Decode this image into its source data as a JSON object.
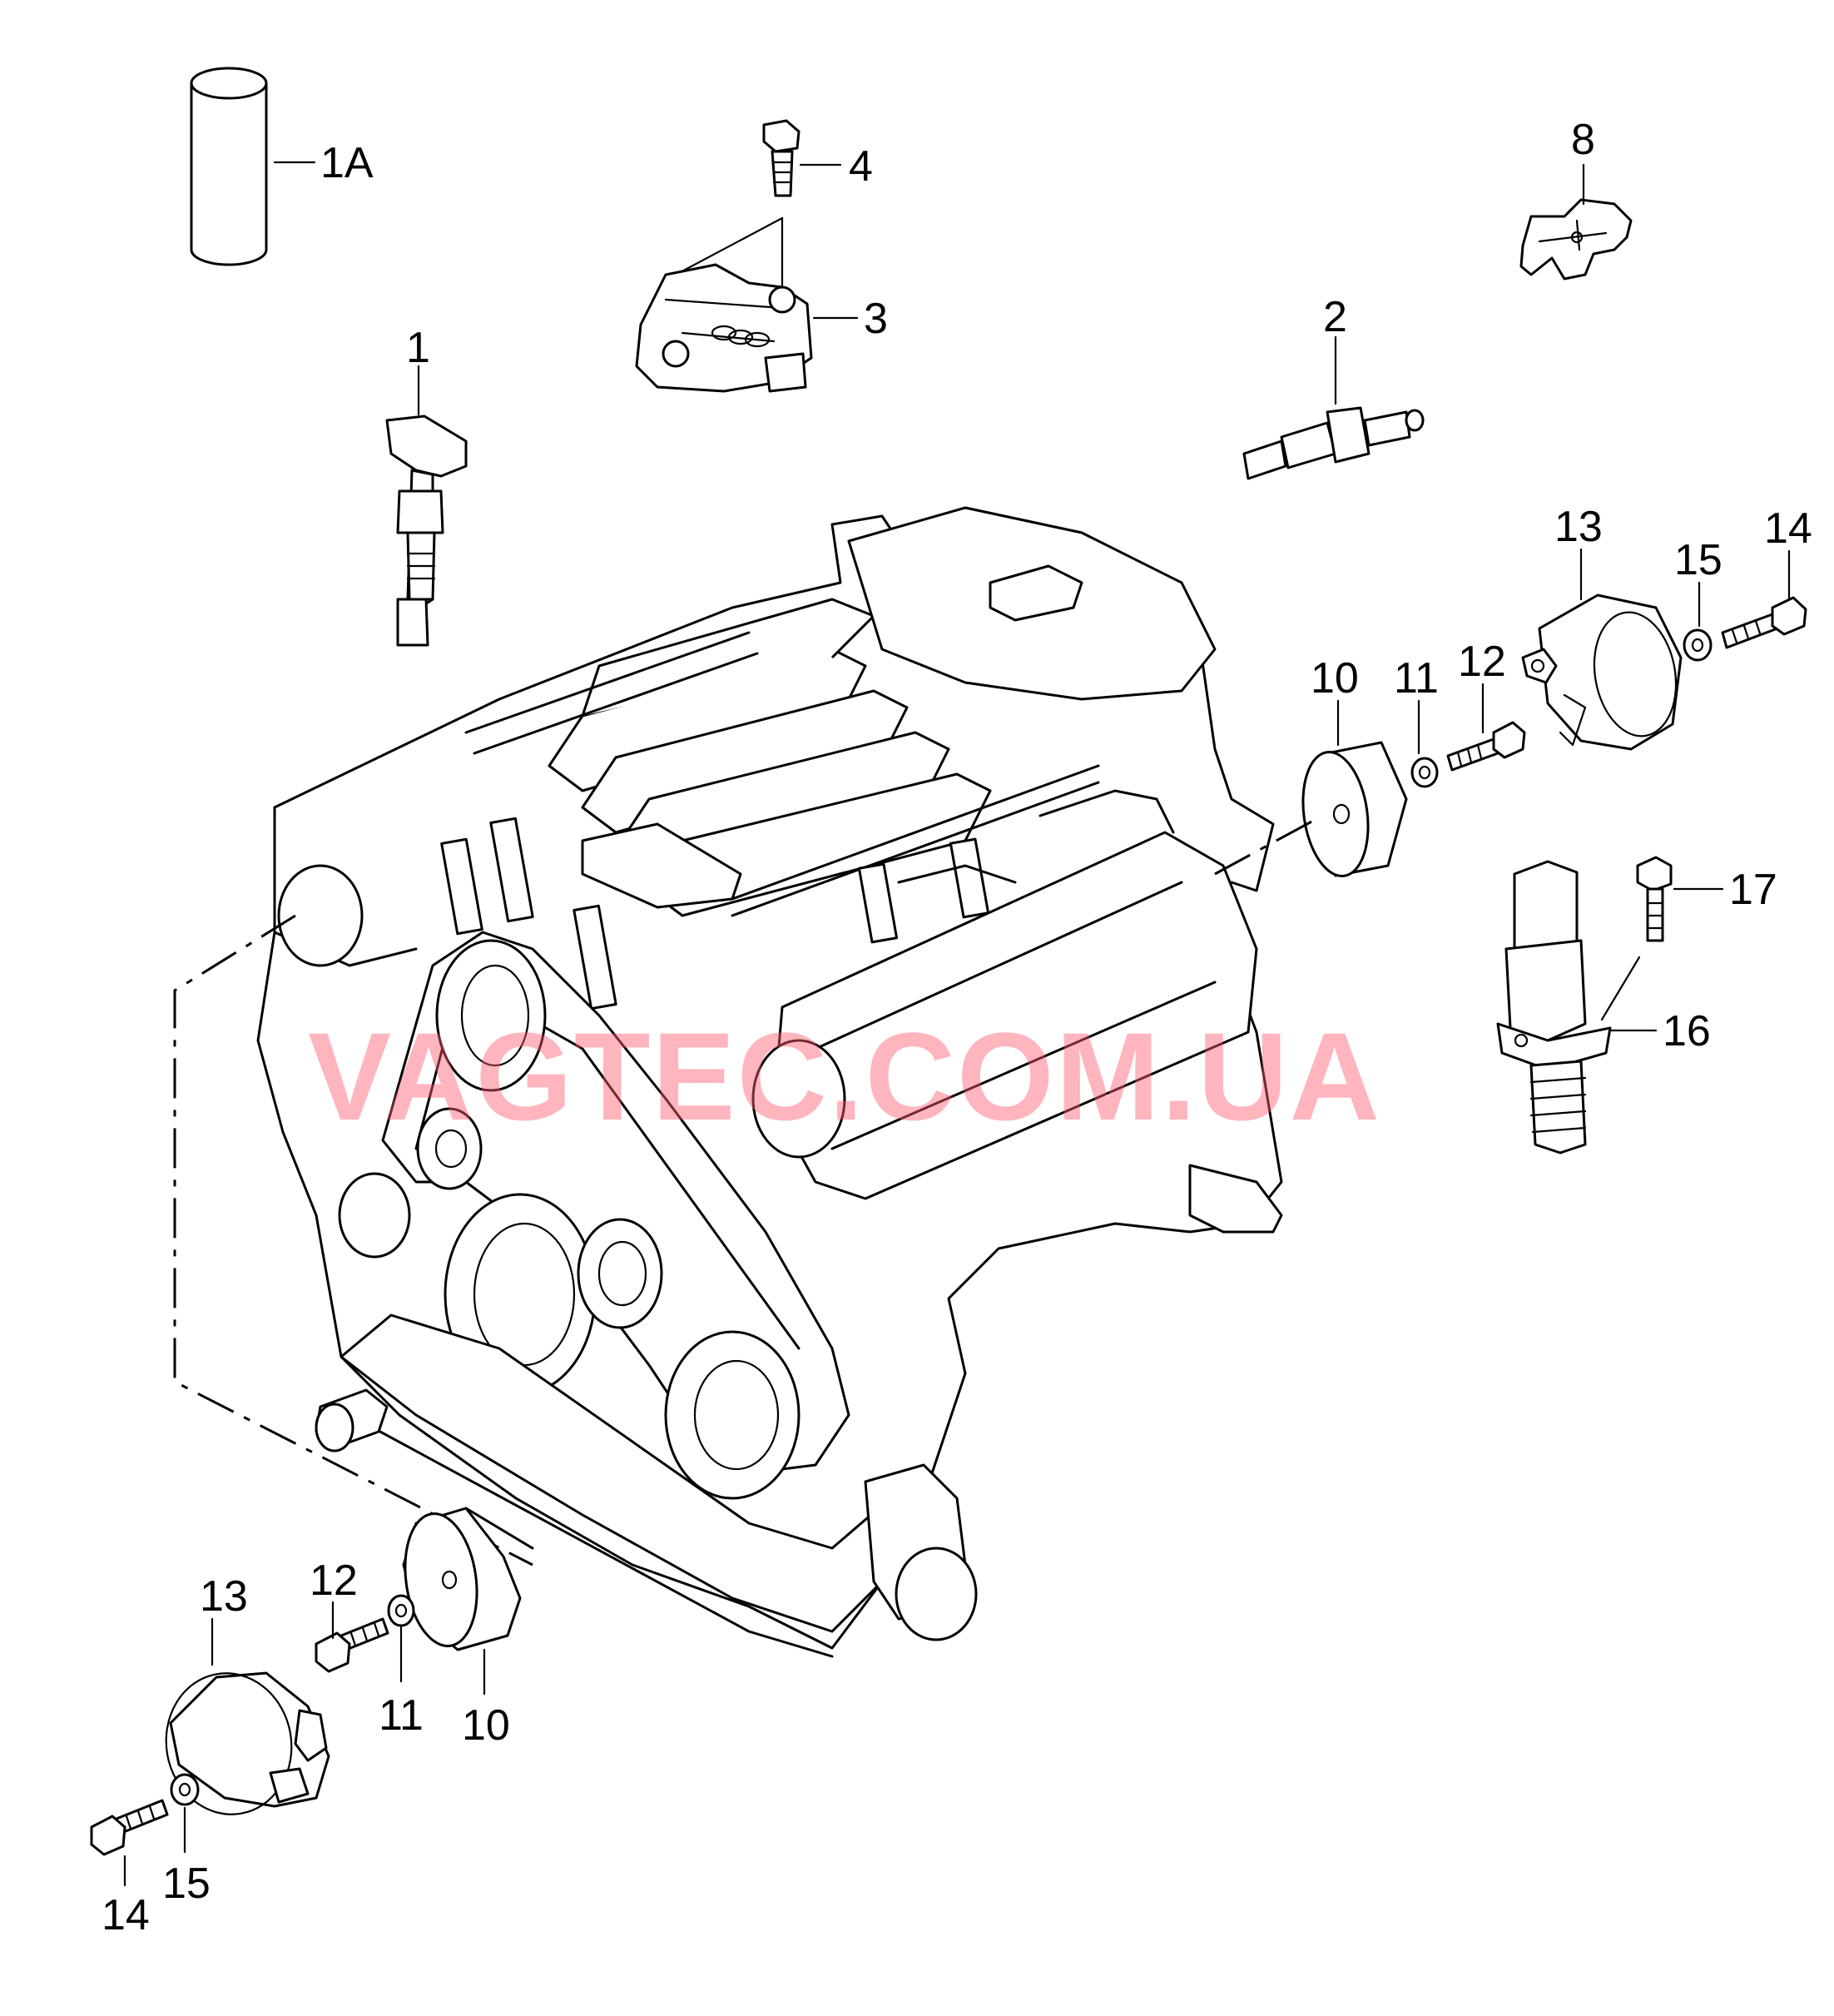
{
  "watermark": "VAGTEC.COM.UA",
  "callouts": {
    "c1a": "1A",
    "c1": "1",
    "c4": "4",
    "c3": "3",
    "c8": "8",
    "c2": "2",
    "c13_top": "13",
    "c15_top": "15",
    "c14_top": "14",
    "c10_top": "10",
    "c11_top": "11",
    "c12_top": "12",
    "c17": "17",
    "c16": "16",
    "c13_bottom": "13",
    "c12_bottom": "12",
    "c11_bottom": "11",
    "c10_bottom": "10",
    "c14_bottom": "14",
    "c15_bottom": "15"
  }
}
